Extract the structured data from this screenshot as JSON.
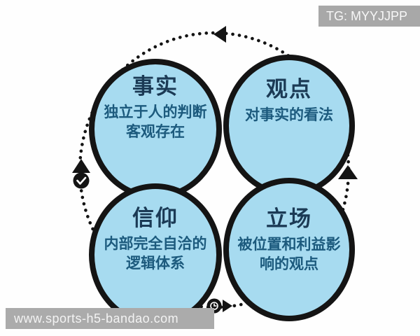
{
  "badge": {
    "text": "TG: MYYJJPP"
  },
  "watermark": {
    "text": "www.sports-h5-bandao.com"
  },
  "diagram": {
    "title": "事实 / 观点 / 信仰 / 立场 cycle",
    "nodes": [
      {
        "id": "fact",
        "title": "事实",
        "desc": "独立于人的判断\n客观存在"
      },
      {
        "id": "viewpoint",
        "title": "观点",
        "desc": "对事实的看法"
      },
      {
        "id": "belief",
        "title": "信仰",
        "desc": "内部完全自洽的\n逻辑体系"
      },
      {
        "id": "position",
        "title": "立场",
        "desc": "被位置和利益影\n响的观点"
      }
    ],
    "cycle": {
      "style": "dotted-ring",
      "icons": [
        "arrow-left-top",
        "arrow-up-right",
        "arrow-up-left",
        "check-circle-left",
        "clock-circle-bottom",
        "arrow-right-bottom"
      ]
    }
  },
  "colors": {
    "background": "#fefefe",
    "node_fill": "#a7dbf0",
    "line": "#141414",
    "title_text": "#1b3a55",
    "desc_text": "#1c5a7d",
    "badge_bg": "#a8a8a8",
    "badge_text": "#f7f7f7",
    "watermark_bg": "#ababab",
    "watermark_text": "#f3f3f3"
  }
}
